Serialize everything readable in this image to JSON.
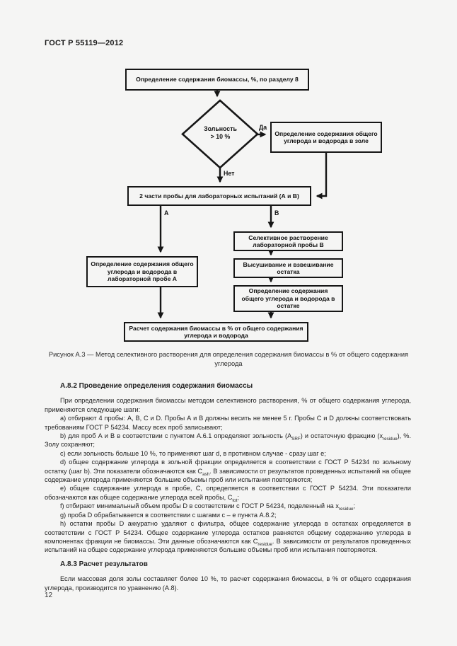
{
  "page": {
    "header": "ГОСТ Р 55119—2012",
    "page_number": "12"
  },
  "flowchart": {
    "nodes": {
      "start": "Определение содержания биомассы, %, по разделу 8",
      "decision": "Зольность\n> 10 %",
      "ash_box": "Определение содержания общего углерода и водорода в золе",
      "split_box": "2 части пробы для лабораторных испытаний (А и В)",
      "sample_a_box": "Определение содержания общего углерода и водорода в лабораторной пробе А",
      "dissolution_box": "Селективное растворение лабораторной пробы В",
      "drying_box": "Высушивание и взвешивание остатка",
      "residue_box": "Определение содержания общего углерода и водорода в остатке",
      "result_box": "Расчет содержания биомассы в % от общего содержания углерода и водорода"
    },
    "labels": {
      "yes": "Да",
      "no": "Нет",
      "branch_a": "А",
      "branch_b": "В"
    },
    "caption": "Рисунок А.3 — Метод селективного растворения для определения содержания биомассы в % от общего содержания углерода",
    "line_color": "#161616"
  },
  "body": {
    "heading_a82": "А.8.2 Проведение определения содержания биомассы",
    "a82": [
      [
        {
          "t": "При определении содержания биомассы методом селективного растворения, % от общего содержания углерода, применяются следующие шаги:"
        }
      ],
      [
        {
          "t": "а) отбирают 4 пробы: А, В, С и D. Пробы А и В должны весить не менее 5 г. Пробы С и D должны соответствовать требованиям ГОСТ Р 54234. Массу всех проб записывают;"
        }
      ],
      [
        {
          "t": "b) для проб А и В в соответствии с пунктом А.6.1 определяют зольность (A"
        },
        {
          "sub": "SRF"
        },
        {
          "t": ") и остаточную фракцию (x"
        },
        {
          "sub": "residue"
        },
        {
          "t": "), %. Золу сохраняют;"
        }
      ],
      [
        {
          "t": "с) если зольность больше 10 %, то применяют шаг d, в противном случае - сразу шаг е;"
        }
      ],
      [
        {
          "t": "d) общее содержание углерода в зольной фракции определяется в соответствии с ГОСТ Р 54234 по зольному остатку (шаг b). Эти показатели обозначаются как С"
        },
        {
          "sub": "ash"
        },
        {
          "t": ". В зависимости от результатов проведенных испытаний на общее содержание углерода применяются большие объемы проб или испытания повторяются;"
        }
      ],
      [
        {
          "t": "е) общее содержание углерода в пробе, С, определяется в соответствии с ГОСТ Р 54234. Эти показатели обозначаются как общее содержание углерода всей пробы, С"
        },
        {
          "sub": "tot"
        },
        {
          "t": ";"
        }
      ],
      [
        {
          "t": "f)  отбирают минимальный объем пробы D в соответствии с ГОСТ Р 54234, поделенный на x"
        },
        {
          "sub": "residue"
        },
        {
          "t": ";"
        }
      ],
      [
        {
          "t": "g) проба D обрабатывается в соответствии с шагами с – е пункта А.8.2;"
        }
      ],
      [
        {
          "t": "h) остатки пробы D аккуратно удаляют с фильтра, общее содержание углерода в остатках определяется в соответствии с ГОСТ Р 54234. Общее содержание углерода остатков равняется общему содержанию углерода в компонентах фракции не биомассы. Эти данные обозначаются как С"
        },
        {
          "sub": "residue"
        },
        {
          "t": ". В зависимости от результатов проведенных испытаний на общее содержание углерода применяются большие объемы проб или испытания повторяются."
        }
      ]
    ],
    "heading_a83": "А.8.3 Расчет результатов",
    "a83": [
      [
        {
          "t": "Если массовая доля золы составляет более 10 %, то расчет содержания биомассы, в % от общего содержания углерода, производится по уравнению (А.8)."
        }
      ]
    ]
  }
}
